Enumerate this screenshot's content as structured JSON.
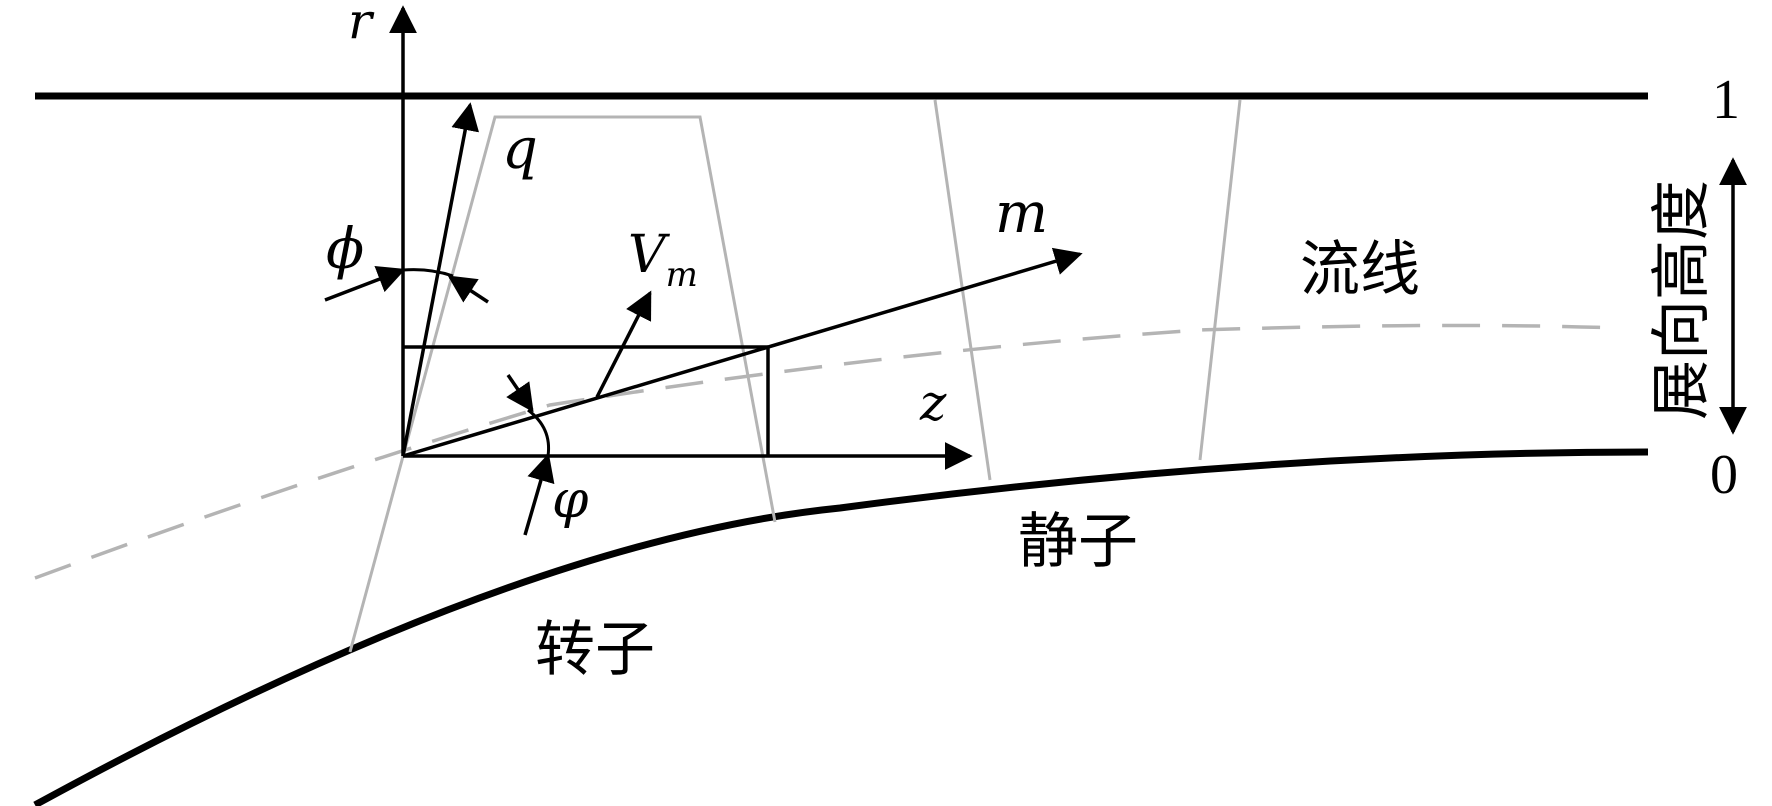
{
  "labels": {
    "r_axis": "r",
    "q_axis": "q",
    "m_axis": "m",
    "z_axis": "z",
    "vm_main": "V",
    "vm_sub": "m",
    "phi_upper": "ϕ",
    "phi_lower": "φ",
    "span_top": "1",
    "span_bottom": "0",
    "span_height": "展向高度",
    "streamline": "流线",
    "stator": "静子",
    "rotor": "转子"
  },
  "colors": {
    "ink": "#000000",
    "gray": "#b4b4b4"
  }
}
